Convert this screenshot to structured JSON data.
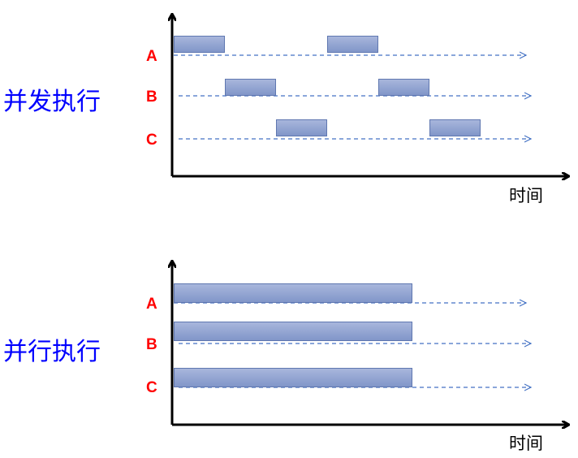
{
  "panels": [
    {
      "title": "并发执行",
      "axis_label": "时间",
      "lanes": [
        {
          "label": "A",
          "tasks": [
            [
              0,
              1
            ],
            [
              3,
              4
            ]
          ]
        },
        {
          "label": "B",
          "tasks": [
            [
              1,
              2
            ],
            [
              4,
              5
            ]
          ]
        },
        {
          "label": "C",
          "tasks": [
            [
              2,
              3
            ],
            [
              5,
              6
            ]
          ]
        }
      ]
    },
    {
      "title": "并行执行",
      "axis_label": "时间",
      "lanes": [
        {
          "label": "A",
          "tasks": [
            [
              0,
              4.9
            ]
          ]
        },
        {
          "label": "B",
          "tasks": [
            [
              0,
              4.9
            ]
          ]
        },
        {
          "label": "C",
          "tasks": [
            [
              0,
              4.9
            ]
          ]
        }
      ]
    }
  ],
  "colors": {
    "title": "#0000ff",
    "lane_label": "#ff0000",
    "bar_fill": "#8fa2d2",
    "bar_border": "#5f77b0",
    "dashed_line": "#4472c4",
    "axis": "#000000"
  }
}
